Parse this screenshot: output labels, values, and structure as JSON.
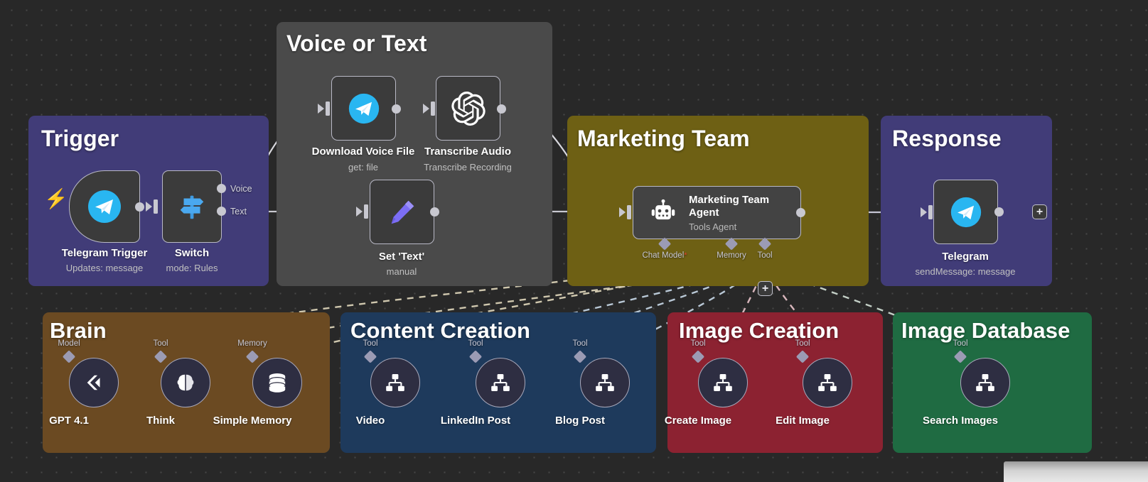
{
  "canvas": {
    "background_color": "#282828",
    "dot_color": "#474747"
  },
  "groups": [
    {
      "id": "trigger",
      "title": "Trigger",
      "color": "#413c78"
    },
    {
      "id": "voice",
      "title": "Voice or Text",
      "color": "#4a4a4a"
    },
    {
      "id": "market",
      "title": "Marketing Team",
      "color": "#6e6014"
    },
    {
      "id": "response",
      "title": "Response",
      "color": "#413c78"
    },
    {
      "id": "brain",
      "title": "Brain",
      "color": "#6b4a22"
    },
    {
      "id": "content",
      "title": "Content Creation",
      "color": "#1e3a5c"
    },
    {
      "id": "imgcre",
      "title": "Image Creation",
      "color": "#8c2231"
    },
    {
      "id": "imgdb",
      "title": "Image Database",
      "color": "#1f6b42"
    }
  ],
  "nodes": {
    "telegram_trigger": {
      "label": "Telegram Trigger",
      "sublabel": "Updates: message",
      "icon": "telegram-icon"
    },
    "switch": {
      "label": "Switch",
      "sublabel": "mode: Rules",
      "icon": "switch-signpost-icon"
    },
    "download_voice": {
      "label": "Download Voice File",
      "sublabel": "get: file",
      "icon": "telegram-icon"
    },
    "transcribe_audio": {
      "label": "Transcribe Audio",
      "sublabel": "Transcribe Recording",
      "icon": "openai-icon"
    },
    "set_text": {
      "label": "Set 'Text'",
      "sublabel": "manual",
      "icon": "pencil-icon"
    },
    "marketing_agent": {
      "label": "Marketing Team Agent",
      "sublabel": "Tools Agent",
      "icon": "robot-icon"
    },
    "telegram_send": {
      "label": "Telegram",
      "sublabel": "sendMessage: message",
      "icon": "telegram-icon"
    }
  },
  "edge_labels": {
    "voice": "Voice",
    "text": "Text"
  },
  "agent_ports": [
    {
      "label": "Chat Model",
      "required": true,
      "required_mark": "*"
    },
    {
      "label": "Memory",
      "required": false,
      "required_mark": ""
    },
    {
      "label": "Tool",
      "required": false,
      "required_mark": ""
    }
  ],
  "tool_nodes": {
    "brain": [
      {
        "label": "GPT 4.1",
        "port": "Model",
        "icon": "openai-chevron-icon"
      },
      {
        "label": "Think",
        "port": "Tool",
        "icon": "brain-icon"
      },
      {
        "label": "Simple Memory",
        "port": "Memory",
        "icon": "database-icon"
      }
    ],
    "content": [
      {
        "label": "Video",
        "port": "Tool",
        "icon": "workflow-icon"
      },
      {
        "label": "LinkedIn Post",
        "port": "Tool",
        "icon": "workflow-icon"
      },
      {
        "label": "Blog Post",
        "port": "Tool",
        "icon": "workflow-icon"
      }
    ],
    "imgcre": [
      {
        "label": "Create Image",
        "port": "Tool",
        "icon": "workflow-icon"
      },
      {
        "label": "Edit Image",
        "port": "Tool",
        "icon": "workflow-icon"
      }
    ],
    "imgdb": [
      {
        "label": "Search Images",
        "port": "Tool",
        "icon": "workflow-icon"
      }
    ]
  },
  "buttons": {
    "add_after_telegram": "+",
    "add_tool": "+"
  },
  "icons": {
    "trigger_bolt": "lightning-bolt-icon"
  }
}
